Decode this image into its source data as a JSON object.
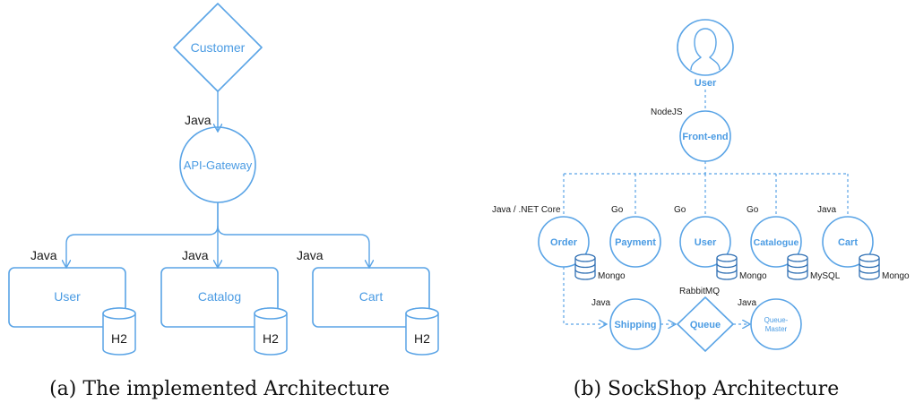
{
  "left": {
    "customer": "Customer",
    "gateway": "API-Gateway",
    "gateway_tech": "Java",
    "services": [
      {
        "name": "User",
        "tech": "Java",
        "db": "H2"
      },
      {
        "name": "Catalog",
        "tech": "Java",
        "db": "H2"
      },
      {
        "name": "Cart",
        "tech": "Java",
        "db": "H2"
      }
    ],
    "caption": "(a) The implemented Architecture"
  },
  "right": {
    "user_actor": "User",
    "frontend": "Front-end",
    "frontend_tech": "NodeJS",
    "services": [
      {
        "name": "Order",
        "tech": "Java / .NET Core",
        "db": "Mongo"
      },
      {
        "name": "Payment",
        "tech": "Go",
        "db": ""
      },
      {
        "name": "User",
        "tech": "Go",
        "db": "Mongo"
      },
      {
        "name": "Catalogue",
        "tech": "Go",
        "db": "MySQL"
      },
      {
        "name": "Cart",
        "tech": "Java",
        "db": "Mongo"
      }
    ],
    "shipping": "Shipping",
    "shipping_tech": "Java",
    "queue": "Queue",
    "queue_tech": "RabbitMQ",
    "queue_master_line1": "Queue-",
    "queue_master_line2": "Master",
    "queue_master_tech": "Java",
    "caption": "(b) SockShop Architecture"
  },
  "colors": {
    "accent": "#4a9be3",
    "line": "#5aa4e6"
  }
}
